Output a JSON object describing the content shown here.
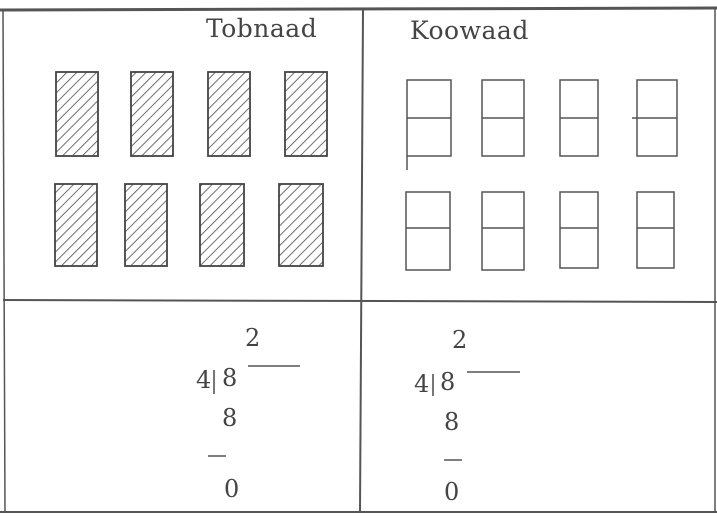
{
  "columns": [
    {
      "heading": "Tobnaad",
      "quotient": "2",
      "divisor": "4",
      "dividend": "8",
      "product": "8",
      "remainder": "0",
      "boxes_shaded": true
    },
    {
      "heading": "Koowaad",
      "quotient": "2",
      "divisor": "4",
      "dividend": "8",
      "product": "8",
      "remainder": "0",
      "boxes_shaded": false
    }
  ],
  "colors": {
    "ink": "#3a3a3a",
    "line": "#555555",
    "paper": "#ffffff"
  }
}
